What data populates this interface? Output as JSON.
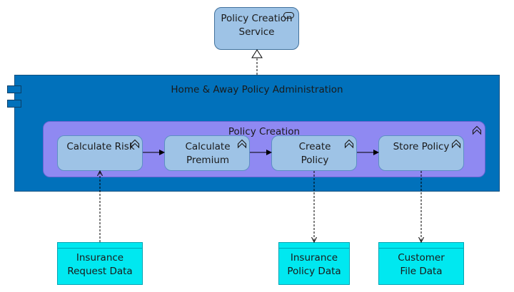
{
  "service": {
    "label": "Policy Creation Service"
  },
  "component": {
    "label": "Home & Away Policy Administration"
  },
  "process": {
    "label": "Policy Creation"
  },
  "functions": [
    {
      "label": "Calculate Risk"
    },
    {
      "label": "Calculate Premium"
    },
    {
      "label": "Create Policy"
    },
    {
      "label": "Store Policy"
    }
  ],
  "data_objects": [
    {
      "label": "Insurance Request Data"
    },
    {
      "label": "Insurance Policy Data"
    },
    {
      "label": "Customer File Data"
    }
  ],
  "colors": {
    "service": "#9ec3e6",
    "component": "#0171bb",
    "process": "#8f89f2",
    "function": "#9ec3e6",
    "data_object": "#00e8f0"
  }
}
